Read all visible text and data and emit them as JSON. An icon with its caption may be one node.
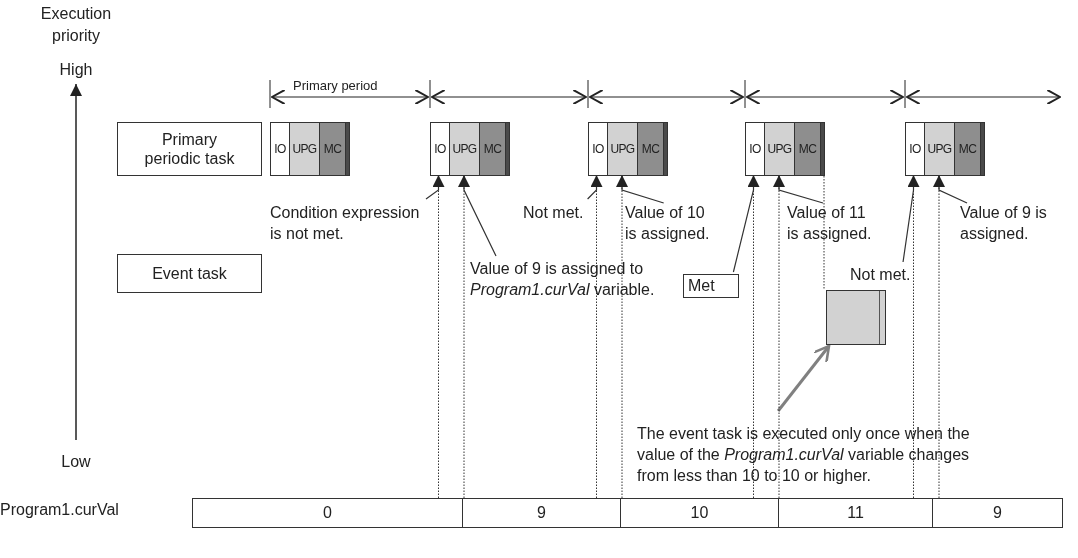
{
  "diagram": {
    "nodes": [
      {
        "text": [
          "Primary periodic task"
        ]
      },
      {
        "text": [],
        "shape": "box"
      },
      {
        "text": [
          "IO"
        ],
        "in": 1
      },
      {
        "text": [
          "UPG"
        ],
        "in": 1
      },
      {
        "text": [
          "MC"
        ],
        "in": 1
      },
      {
        "text": [],
        "shape": "box"
      },
      {
        "text": [
          "IO"
        ],
        "in": 5
      },
      {
        "text": [
          "UPG"
        ],
        "in": 5
      },
      {
        "text": [
          "MC"
        ],
        "in": 5
      },
      {
        "text": [],
        "shape": "box"
      },
      {
        "text": [
          "IO"
        ],
        "in": 9
      },
      {
        "text": [
          "UPG"
        ],
        "in": 9
      },
      {
        "text": [
          "MC"
        ],
        "in": 9
      },
      {
        "text": [],
        "shape": "box"
      },
      {
        "text": [
          "IO"
        ],
        "in": 13
      },
      {
        "text": [
          "UPG"
        ],
        "in": 13
      },
      {
        "text": [
          "MC"
        ],
        "in": 13
      },
      {
        "text": [],
        "shape": "box"
      },
      {
        "text": [
          "IO"
        ],
        "in": 17
      },
      {
        "text": [
          "UPG"
        ],
        "in": 17
      },
      {
        "text": [
          "MC"
        ],
        "in": 17
      },
      {
        "text": [
          "Condition expression is not met."
        ]
      },
      {
        "text": [
          "Not met."
        ]
      },
      {
        "text": [
          "Value of 10 is assigned."
        ]
      },
      {
        "text": [
          "Value of 11 is assigned."
        ]
      },
      {
        "text": [
          "Value of 9 is assigned."
        ]
      },
      {
        "text": [
          "Met"
        ]
      },
      {
        "text": [
          "Not met."
        ]
      },
      {
        "text": [
          "Event task"
        ]
      },
      {
        "text": [
          "Value of 9 is assigned to *Program1.curVal* variable."
        ]
      },
      {
        "text": [],
        "shape": "box"
      },
      {
        "text": [
          "The event task is executed only once when the value of the *Program1.curVal* variable changes from less than 10 to 10 or higher."
        ]
      },
      {
        "text": [
          "0"
        ]
      },
      {
        "text": [
          "9"
        ]
      },
      {
        "text": [
          "10"
        ]
      },
      {
        "text": [
          "11"
        ]
      },
      {
        "text": [
          "9"
        ]
      }
    ],
    "edges": [
      {
        "from": 21,
        "to": 6,
        "arrow": "none"
      },
      {
        "from": 29,
        "to": 7,
        "arrow": "none"
      },
      {
        "from": 22,
        "to": 10,
        "arrow": "none"
      },
      {
        "from": 23,
        "to": 11,
        "arrow": "none"
      },
      {
        "from": 26,
        "to": 14,
        "arrow": "none"
      },
      {
        "from": 24,
        "to": 15,
        "arrow": "none"
      },
      {
        "from": 27,
        "to": 18,
        "arrow": "none"
      },
      {
        "from": 25,
        "to": 19,
        "arrow": "none"
      },
      {
        "from": 31,
        "to": 30,
        "arrow": "to",
        "style": "thick",
        "color": "#808080"
      },
      {
        "from": 32,
        "to": 6,
        "arrow": "to",
        "style": "dashed"
      },
      {
        "from": 33,
        "to": 7,
        "arrow": "to",
        "style": "dashed"
      },
      {
        "from": 33,
        "to": 10,
        "arrow": "to",
        "style": "dashed"
      },
      {
        "from": 33,
        "to": 11,
        "arrow": "to",
        "style": "dashed"
      },
      {
        "from": 34,
        "to": 14,
        "arrow": "to",
        "style": "dashed"
      },
      {
        "from": 35,
        "to": 15,
        "arrow": "to",
        "style": "dashed"
      },
      {
        "from": 35,
        "to": 18,
        "arrow": "to",
        "style": "dashed"
      },
      {
        "from": 36,
        "to": 19,
        "arrow": "to",
        "style": "dashed"
      },
      {
        "from": 13,
        "to": 30,
        "arrow": "none",
        "style": "dashed"
      }
    ],
    "labels": [
      "Execution priority",
      "High",
      "Primary period",
      "Low",
      "Program1.curVal"
    ]
  }
}
